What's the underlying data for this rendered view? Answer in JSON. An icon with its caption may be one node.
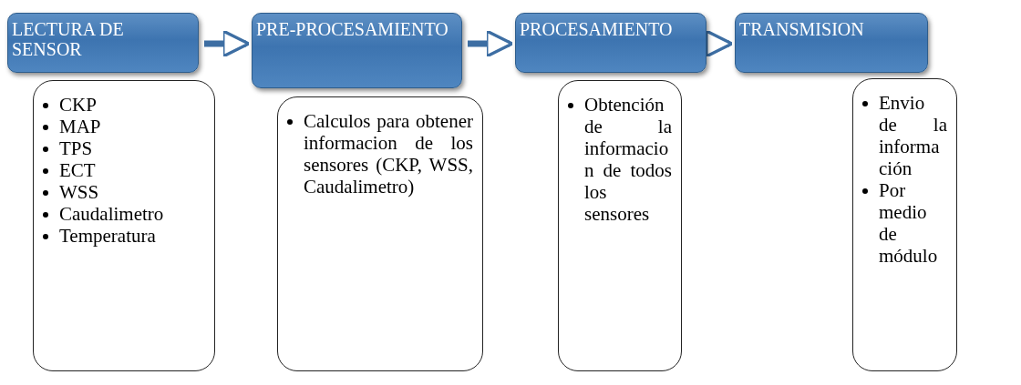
{
  "diagram": {
    "nodes": [
      {
        "text": [
          "LECTURA DE SENSOR"
        ]
      },
      {
        "text": [
          "CKP",
          "MAP",
          "TPS",
          "ECT",
          "WSS",
          "Caudalimetro",
          "Temperatura"
        ]
      },
      {
        "text": [
          "PRE-PROCESAMIENTO"
        ]
      },
      {
        "text": [
          "Calculos para obtener informacion de los sensores (CKP, WSS, Caudalimetro)"
        ]
      },
      {
        "text": [
          "PROCESAMIENTO"
        ]
      },
      {
        "text": [
          "Obtención de la informacion de todos los sensores"
        ]
      },
      {
        "text": [
          "TRANSMISION"
        ]
      },
      {
        "text": [
          "Envio de la información",
          "Por medio de módulo"
        ]
      }
    ],
    "edges": [
      {
        "from": 0,
        "to": 2,
        "arrow": "to"
      },
      {
        "from": 2,
        "to": 4,
        "arrow": "to"
      },
      {
        "from": 4,
        "to": 6,
        "arrow": "to"
      }
    ]
  }
}
